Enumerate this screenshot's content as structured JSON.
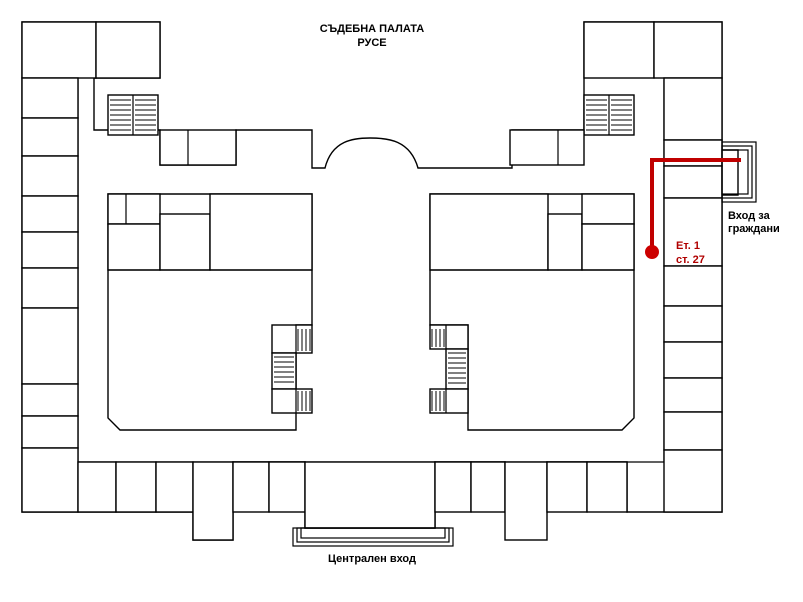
{
  "title_line1": "СЪДЕБНА ПАЛАТА",
  "title_line2": "РУСЕ",
  "entrance_citizens_line1": "Вход за",
  "entrance_citizens_line2": "граждани",
  "location_floor": "Ет. 1",
  "location_room": "ст. 27",
  "central_entrance": "Централен вход",
  "colors": {
    "route": "#c00000",
    "marker_text": "#b00000",
    "walls": "#000000"
  }
}
